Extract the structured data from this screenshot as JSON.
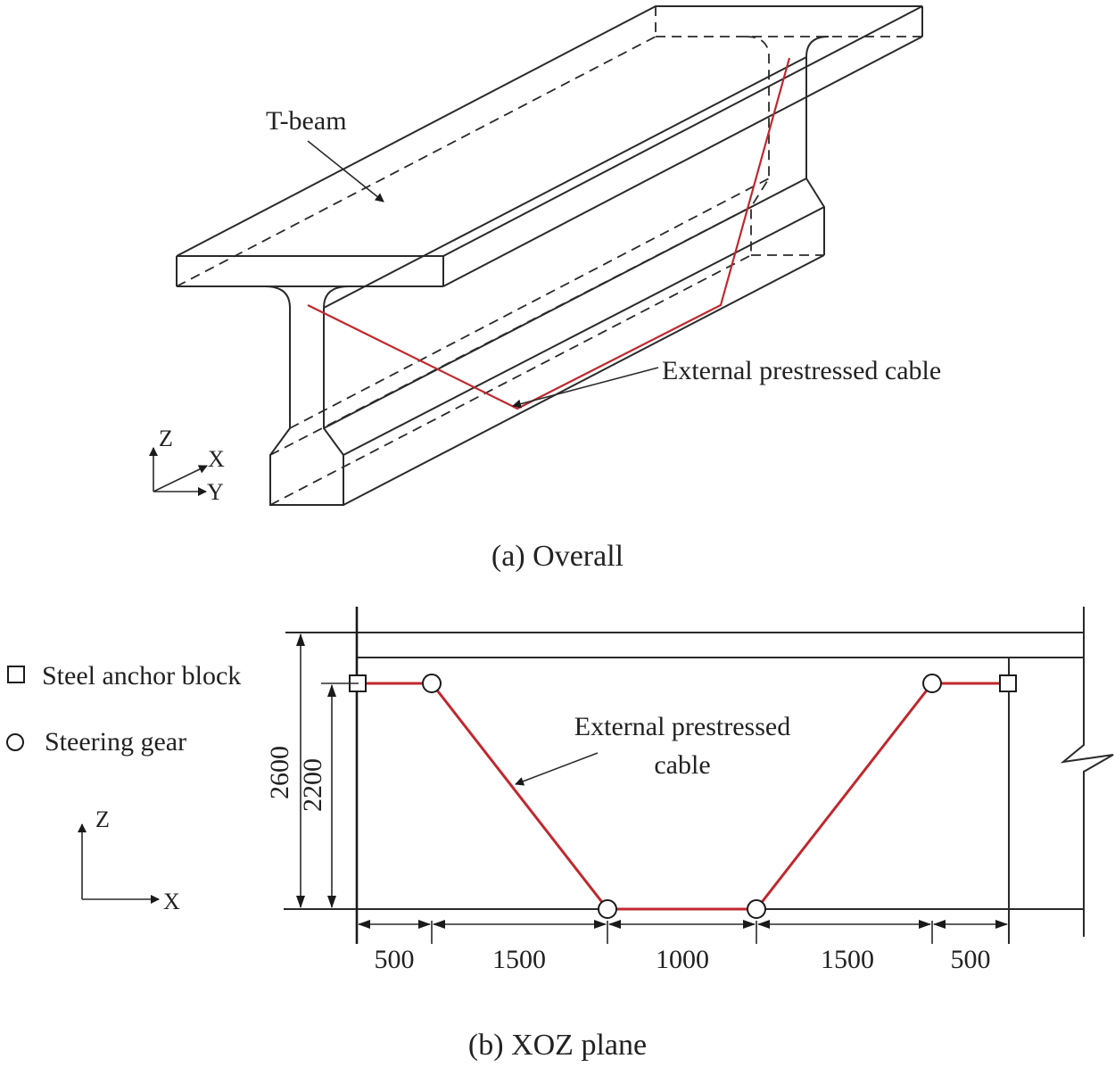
{
  "panel_a": {
    "caption": "(a) Overall",
    "beam_label": "T-beam",
    "cable_label": "External prestressed cable",
    "axes": {
      "z": "Z",
      "x": "X",
      "y": "Y"
    }
  },
  "panel_b": {
    "caption": "(b) XOZ plane",
    "cable_label_line1": "External prestressed",
    "cable_label_line2": "cable",
    "legend": {
      "anchor_label": "Steel anchor block",
      "steering_label": "Steering gear"
    },
    "axes": {
      "z": "Z",
      "x": "X"
    },
    "vertical_dimensions": [
      "2600",
      "2200"
    ],
    "horizontal_dimensions": [
      "500",
      "1500",
      "1000",
      "1500",
      "500"
    ]
  },
  "colors": {
    "cable": "#c0282d",
    "lines": "#2a2a2a",
    "background": "#ffffff"
  }
}
